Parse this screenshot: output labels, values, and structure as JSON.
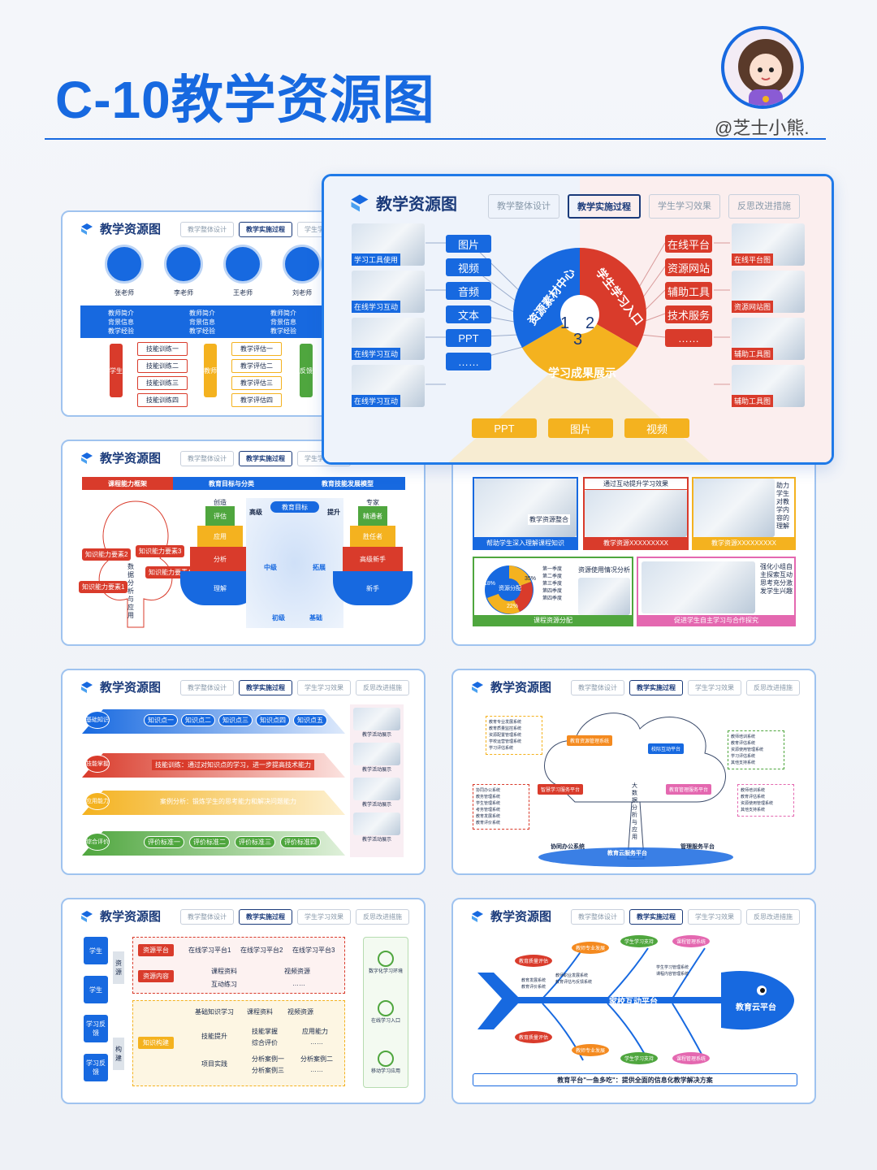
{
  "page": {
    "title": "C-10教学资源图",
    "author": "@芝士小熊."
  },
  "common": {
    "card_title": "教学资源图",
    "tabs": [
      "教学整体设计",
      "教学实施过程",
      "学生学习效果",
      "反思改进措施"
    ]
  },
  "main": {
    "left_photos": [
      "学习工具使用",
      "在线学习互动",
      "在线学习互动",
      "在线学习互动"
    ],
    "left_items": [
      "图片",
      "视频",
      "音频",
      "文本",
      "PPT",
      "……"
    ],
    "right_items": [
      "在线平台",
      "资源网站",
      "辅助工具",
      "技术服务",
      "……"
    ],
    "right_photos": [
      "在线平台图",
      "资源网站图",
      "辅助工具图",
      "辅助工具图"
    ],
    "segments": [
      "资源素材中心",
      "学生学习入口",
      "学习成果展示"
    ],
    "nums": [
      "1",
      "2",
      "3"
    ],
    "bottom": [
      "PPT",
      "图片",
      "视频"
    ]
  },
  "c1": {
    "teachers": [
      "张老师",
      "李老师",
      "王老师",
      "刘老师"
    ],
    "info": "教师简介\n背景信息\n教学经验",
    "side1": "学生",
    "side2": "教师",
    "side3": "反馈",
    "skills": [
      "技能训练一",
      "技能训练二",
      "技能训练三",
      "技能训练四"
    ],
    "evals": [
      "教学评估一",
      "教学评估二",
      "教学评估三",
      "教学评估四"
    ]
  },
  "c2": {
    "bars": [
      "课程能力框架",
      "教育目标与分类",
      "教育技能发展模型"
    ],
    "tree_labels": [
      "知识能力要素2",
      "知识能力要素3",
      "知识能力要素4",
      "知识能力要素1"
    ],
    "trunk": "数据分析与应用",
    "pyr_l": [
      "创造",
      "评估",
      "应用",
      "分析",
      "理解"
    ],
    "pyr_r": [
      "专家",
      "精通者",
      "胜任者",
      "高级新手",
      "新手"
    ],
    "center": [
      "教育目标",
      "高级",
      "提升",
      "中级",
      "拓展",
      "初级",
      "基础"
    ]
  },
  "c3": {
    "titles": [
      "通过互动提升学习效果",
      "教学资源整合"
    ],
    "captions": [
      "帮助学生深入理解课程知识",
      "教学资源XXXXXXXXX",
      "教学资源XXXXXXXXX"
    ],
    "side_note": "助力学生对教学内容的理解",
    "pie": [
      "12%",
      "35%",
      "18%",
      "22%"
    ],
    "pie_center": "资源分配",
    "legend": [
      "第一季度",
      "第二季度",
      "第三季度",
      "第四季度",
      "第四季度"
    ],
    "usage": "资源使用情况分析",
    "side_note2": "强化小组自主探索互动思考充分激发学生兴趣",
    "bottom": [
      "课程资源分配",
      "促进学生自主学习与合作探究"
    ]
  },
  "c4": {
    "rows": [
      {
        "tag": "基础知识",
        "items": [
          "知识点一",
          "知识点二",
          "知识点三",
          "知识点四",
          "知识点五"
        ]
      },
      {
        "tag": "技能掌握",
        "text": "技能训练：通过对知识点的学习，进一步提高技术能力"
      },
      {
        "tag": "应用能力",
        "text": "案例分析：锻炼学生的思考能力和解决问题能力"
      },
      {
        "tag": "综合评价",
        "items": [
          "评价标准一",
          "评价标准二",
          "评价标准三",
          "评价标准四"
        ]
      }
    ],
    "show": "教学活动展示"
  },
  "c5": {
    "left_list": [
      "教育专业发展系统",
      "教育质量监控系统",
      "资源配置管理系统",
      "学校运营管理系统",
      "学习评估系统"
    ],
    "right_list": [
      "教师培训系统",
      "教育评估系统",
      "资源使用管理系统",
      "学习评估系统",
      "其他支持系统"
    ],
    "left_list2": [
      "协同办公系统",
      "教务管理系统",
      "学生管理系统",
      "考务管理系统",
      "教育发展系统",
      "教育评价系统"
    ],
    "right_list2": [
      "教师培训系统",
      "教育评估系统",
      "资源使用管理系统",
      "其他支持系统"
    ],
    "nodes": [
      "教育资源管理系统",
      "校际互动平台",
      "智慧学习服务平台",
      "教育管理服务平台"
    ],
    "trunk": "大数据分析与应用",
    "bottom": [
      "协同办公系统",
      "教育云服务平台",
      "管理服务平台"
    ]
  },
  "c6": {
    "left": [
      "学生",
      "学生",
      "学习反馈",
      "学习反馈"
    ],
    "mid": [
      "资源",
      "构建"
    ],
    "r1": [
      "资源平台",
      "在线学习平台1",
      "在线学习平台2",
      "在线学习平台3"
    ],
    "r2": [
      "资源内容",
      "课程资料",
      "视频资源",
      "互动练习",
      "……"
    ],
    "k": [
      "知识构建",
      "基础知识学习",
      "课程资料",
      "视频资源",
      "技能提升",
      "技能掌握",
      "应用能力",
      "综合评价",
      "……",
      "项目实践",
      "分析案例一",
      "分析案例二",
      "分析案例三",
      "……"
    ],
    "right": [
      "数字化学习环境",
      "在线学习入口",
      "移动学习应用"
    ]
  },
  "c7": {
    "head": "教育云平台",
    "spine": "家校互动平台",
    "tags": [
      "教育质量评估",
      "教师专业发展",
      "学生学习支持",
      "课程管理系统",
      "教育质量评估",
      "教师专业发展",
      "学生学习支持",
      "课程管理系统"
    ],
    "notes": [
      "教育发展系统",
      "教育评价系统",
      "教师职业发展系统",
      "教育评估与反馈系统",
      "学生学习管理系统",
      "课程内容管理系统"
    ],
    "footer": "教育平台\"一鱼多吃\"：提供全面的信息化教学解决方案"
  }
}
